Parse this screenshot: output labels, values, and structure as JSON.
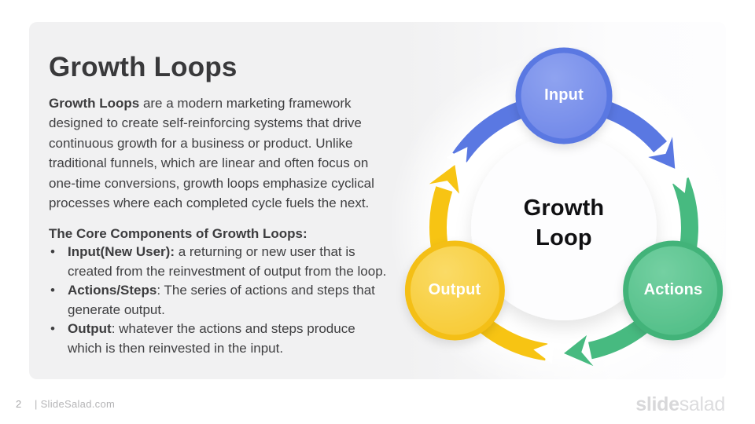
{
  "content": {
    "title": "Growth Loops",
    "intro": {
      "lead": "Growth Loops",
      "rest": " are a modern marketing framework designed to create self-reinforcing systems that drive continuous growth for a business or product. Unlike traditional funnels, which are linear and often focus on one-time conversions, growth loops emphasize cyclical processes where each completed cycle fuels the next."
    },
    "components_heading": "The Core Components of Growth Loops:",
    "bullets": [
      {
        "marker": "•",
        "lead": "Input(New User):",
        "rest": " a returning or new user that is created from the reinvestment of output from the loop."
      },
      {
        "marker": "•",
        "lead": "Actions/Steps",
        "rest": ": The series of actions and steps that generate output."
      },
      {
        "marker": "•",
        "lead": "Output",
        "rest": ": whatever the actions and steps produce which is then reinvested in the input."
      }
    ]
  },
  "diagram": {
    "center_label": "Growth\nLoop",
    "nodes": [
      {
        "label": "Input",
        "fill_light": "#8FA3F0",
        "fill": "#6E86E8",
        "border": "#5A78E2"
      },
      {
        "label": "Actions",
        "fill_light": "#74D0A2",
        "fill": "#4FBD85",
        "border": "#42B379"
      },
      {
        "label": "Output",
        "fill_light": "#FADB67",
        "fill": "#F7C930",
        "border": "#F4BF13"
      }
    ],
    "arcs": [
      {
        "name": "input-to-actions",
        "color": "#5A78E2"
      },
      {
        "name": "actions-to-output",
        "color": "#47BA80"
      },
      {
        "name": "output-to-input",
        "color": "#F7C413"
      }
    ]
  },
  "footer": {
    "page_number": "2",
    "site": "| SlideSalad.com",
    "logo_bold": "slide",
    "logo_light": "salad"
  }
}
